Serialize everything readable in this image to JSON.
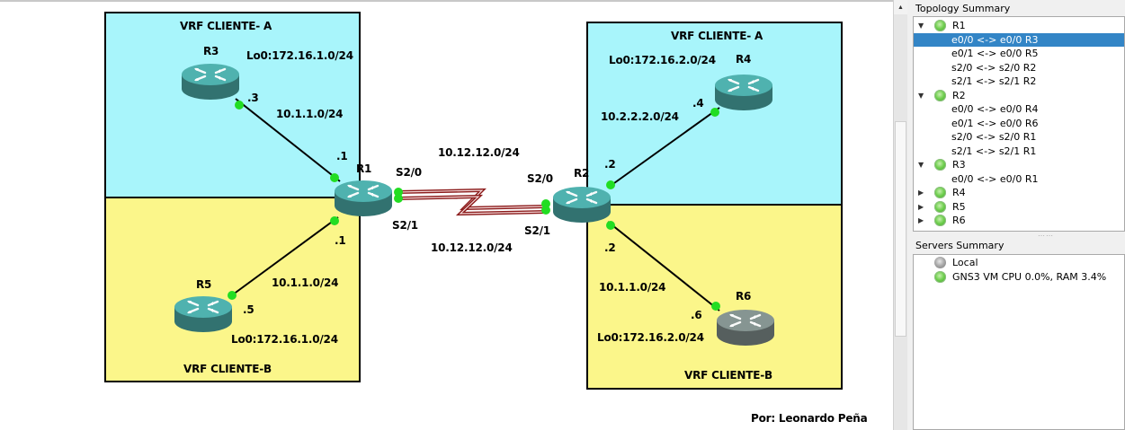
{
  "canvas": {
    "zones": [
      {
        "id": "a-left",
        "title": "VRF CLIENTE- A",
        "color": "#a8f5fb"
      },
      {
        "id": "b-left",
        "title": "VRF CLIENTE-B",
        "color": "#fbf68a"
      },
      {
        "id": "a-right",
        "title": "VRF CLIENTE- A",
        "color": "#a8f5fb"
      },
      {
        "id": "b-right",
        "title": "VRF CLIENTE-B",
        "color": "#fbf68a"
      }
    ],
    "routers": {
      "R1": {
        "name": "R1",
        "color": "#3f8e8c"
      },
      "R2": {
        "name": "R2",
        "color": "#3f8e8c"
      },
      "R3": {
        "name": "R3",
        "color": "#3f8e8c"
      },
      "R4": {
        "name": "R4",
        "color": "#3f8e8c"
      },
      "R5": {
        "name": "R5",
        "color": "#3f8e8c"
      },
      "R6": {
        "name": "R6",
        "color": "#6b7775"
      }
    },
    "labels": {
      "r3_lo0": "Lo0:172.16.1.0/24",
      "r3_ip": ".3",
      "r1r3_net": "10.1.1.0/24",
      "r1_e00_ip": ".1",
      "r1_e01_ip": ".1",
      "r1r5_net": "10.1.1.0/24",
      "r5_ip": ".5",
      "r5_lo0": "Lo0:172.16.1.0/24",
      "serial_net_top": "10.12.12.0/24",
      "serial_net_bottom": "10.12.12.0/24",
      "r1_s20": "S2/0",
      "r1_s21": "S2/1",
      "r2_s20": "S2/0",
      "r2_s21": "S2/1",
      "r4_lo0": "Lo0:172.16.2.0/24",
      "r2r4_net": "10.2.2.2.0/24",
      "r4_ip": ".4",
      "r2_e00_ip": ".2",
      "r2_e01_ip": ".2",
      "r2r6_net": "10.1.1.0/24",
      "r6_ip": ".6",
      "r6_lo0": "Lo0:172.16.2.0/24",
      "author": "Por: Leonardo Peña"
    },
    "link_color": "#000000",
    "serial_color": "#8b1a1a",
    "port_color": "#22dd22"
  },
  "topology_summary": {
    "title": "Topology Summary",
    "nodes": [
      {
        "name": "R1",
        "expanded": true,
        "status": "green",
        "links": [
          "e0/0 <-> e0/0 R3",
          "e0/1 <-> e0/0 R5",
          "s2/0 <-> s2/0 R2",
          "s2/1 <-> s2/1 R2"
        ],
        "selected_link": 0
      },
      {
        "name": "R2",
        "expanded": true,
        "status": "green",
        "links": [
          "e0/0 <-> e0/0 R4",
          "e0/1 <-> e0/0 R6",
          "s2/0 <-> s2/0 R1",
          "s2/1 <-> s2/1 R1"
        ]
      },
      {
        "name": "R3",
        "expanded": true,
        "status": "green",
        "links": [
          "e0/0 <-> e0/0 R1"
        ]
      },
      {
        "name": "R4",
        "expanded": false,
        "status": "green",
        "links": []
      },
      {
        "name": "R5",
        "expanded": false,
        "status": "green",
        "links": []
      },
      {
        "name": "R6",
        "expanded": false,
        "status": "green",
        "links": []
      }
    ]
  },
  "servers_summary": {
    "title": "Servers Summary",
    "servers": [
      {
        "name": "Local",
        "status": "grey"
      },
      {
        "name": "GNS3 VM CPU 0.0%, RAM 3.4%",
        "status": "green"
      }
    ]
  }
}
